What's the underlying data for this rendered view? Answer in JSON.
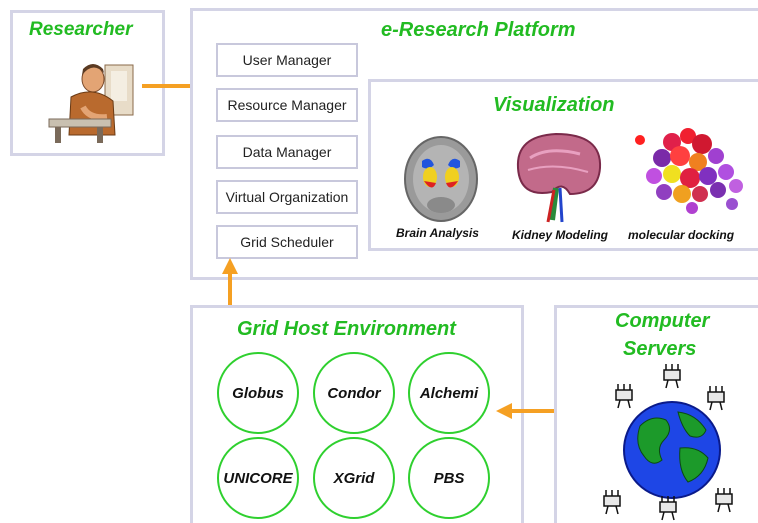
{
  "researcher": {
    "title": "Researcher"
  },
  "platform": {
    "title": "e-Research Platform",
    "modules": [
      "User Manager",
      "Resource Manager",
      "Data Manager",
      "Virtual Organization",
      "Grid Scheduler"
    ]
  },
  "visualization": {
    "title": "Visualization",
    "captions": [
      "Brain Analysis",
      "Kidney Modeling",
      "molecular docking"
    ]
  },
  "grid_host": {
    "title": "Grid Host Environment",
    "middleware": [
      "Globus",
      "Condor",
      "Alchemi",
      "UNICORE",
      "XGrid",
      "PBS"
    ]
  },
  "servers": {
    "title_line1": "Computer",
    "title_line2": "Servers"
  },
  "colors": {
    "title_green": "#22bb22",
    "arrow_orange": "#f5a023",
    "panel_border": "#d4d4e6",
    "circle_green": "#2fd02f"
  },
  "icons": [
    "researcher-clipart-icon",
    "brain-scan-icon",
    "kidney-model-icon",
    "molecule-cluster-icon",
    "globe-icon",
    "server-node-icon"
  ]
}
